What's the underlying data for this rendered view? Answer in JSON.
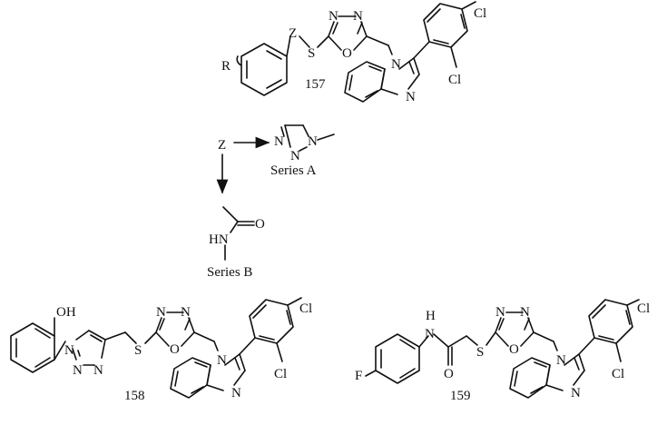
{
  "compounds": {
    "c157": {
      "number": "157",
      "R": "R",
      "Z": "Z",
      "S": "S",
      "N": "N",
      "O": "O",
      "Cl": "Cl"
    },
    "c158": {
      "number": "158",
      "OH": "OH",
      "S": "S",
      "N": "N",
      "O": "O",
      "Cl": "Cl"
    },
    "c159": {
      "number": "159",
      "F": "F",
      "H": "H",
      "S": "S",
      "N": "N",
      "O": "O",
      "Cl": "Cl"
    }
  },
  "scheme": {
    "z_label": "Z",
    "series_a": "Series A",
    "series_b": "Series B",
    "hn": "HN",
    "o": "O",
    "n": "N"
  }
}
